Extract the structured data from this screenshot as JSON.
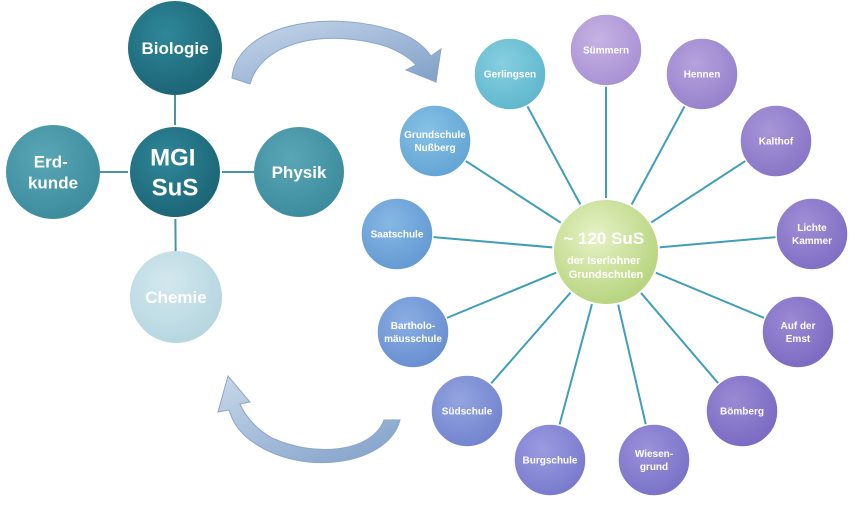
{
  "left_cluster": {
    "center": {
      "lines": [
        "MGI",
        "SuS"
      ]
    },
    "subjects": [
      {
        "key": "biologie",
        "lines": [
          "Biologie"
        ]
      },
      {
        "key": "physik",
        "lines": [
          "Physik"
        ]
      },
      {
        "key": "chemie",
        "lines": [
          "Chemie"
        ]
      },
      {
        "key": "erdkunde",
        "lines": [
          "Erd-",
          "kunde"
        ]
      }
    ]
  },
  "right_cluster": {
    "hub": {
      "title": "~ 120 SuS",
      "lines": [
        "der Iserlohner",
        "Grundschulen"
      ]
    },
    "schools": [
      {
        "key": "gerlingsen",
        "lines": [
          "Gerlingsen"
        ]
      },
      {
        "key": "suemmern",
        "lines": [
          "Sümmern"
        ]
      },
      {
        "key": "hennen",
        "lines": [
          "Hennen"
        ]
      },
      {
        "key": "kalthof",
        "lines": [
          "Kalthof"
        ]
      },
      {
        "key": "lichte-kammer",
        "lines": [
          "Lichte",
          "Kammer"
        ]
      },
      {
        "key": "auf-der-emst",
        "lines": [
          "Auf der",
          "Emst"
        ]
      },
      {
        "key": "boemberg",
        "lines": [
          "Bömberg"
        ]
      },
      {
        "key": "wiesengrund",
        "lines": [
          "Wiesen-",
          "grund"
        ]
      },
      {
        "key": "burgschule",
        "lines": [
          "Burgschule"
        ]
      },
      {
        "key": "suedschule",
        "lines": [
          "Südschule"
        ]
      },
      {
        "key": "bartholomaeusschule",
        "lines": [
          "Bartholo-",
          "mäusschule"
        ]
      },
      {
        "key": "saatschule",
        "lines": [
          "Saatschule"
        ]
      },
      {
        "key": "grundschule-nussberg",
        "lines": [
          "Grundschule",
          "Nußberg"
        ]
      }
    ]
  },
  "colors": {
    "teal_dark": "#1f6f80",
    "teal_mid": "#3d8fa0",
    "teal_light": "#6fb6c6",
    "teal_pale": "#bfdce5",
    "hub_green": "#c2dc8c",
    "arrow_blue": "#9ab4d3"
  }
}
